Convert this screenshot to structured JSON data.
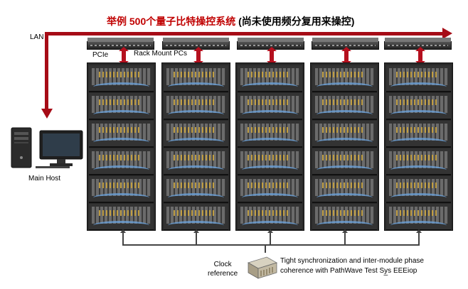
{
  "title": {
    "emphasis": "举例 500个量子比特操控系统",
    "note": "(尚未使用频分复用来操控)"
  },
  "labels": {
    "lan": "LAN",
    "pcie": "PCIe",
    "rack_mount": "Rack Mount PCs",
    "main_host": "Main Host",
    "clock_line1": "Clock",
    "clock_line2": "reference",
    "sync_line1": "Tight synchronization and inter-module phase",
    "sync_line2": "coherence with PathWave Test Sy̲s EEEiop"
  },
  "colors": {
    "accent_red": "#c00000",
    "lan_arrow": "#a60b16"
  },
  "racks": 5,
  "chassis_per_rack": 6
}
